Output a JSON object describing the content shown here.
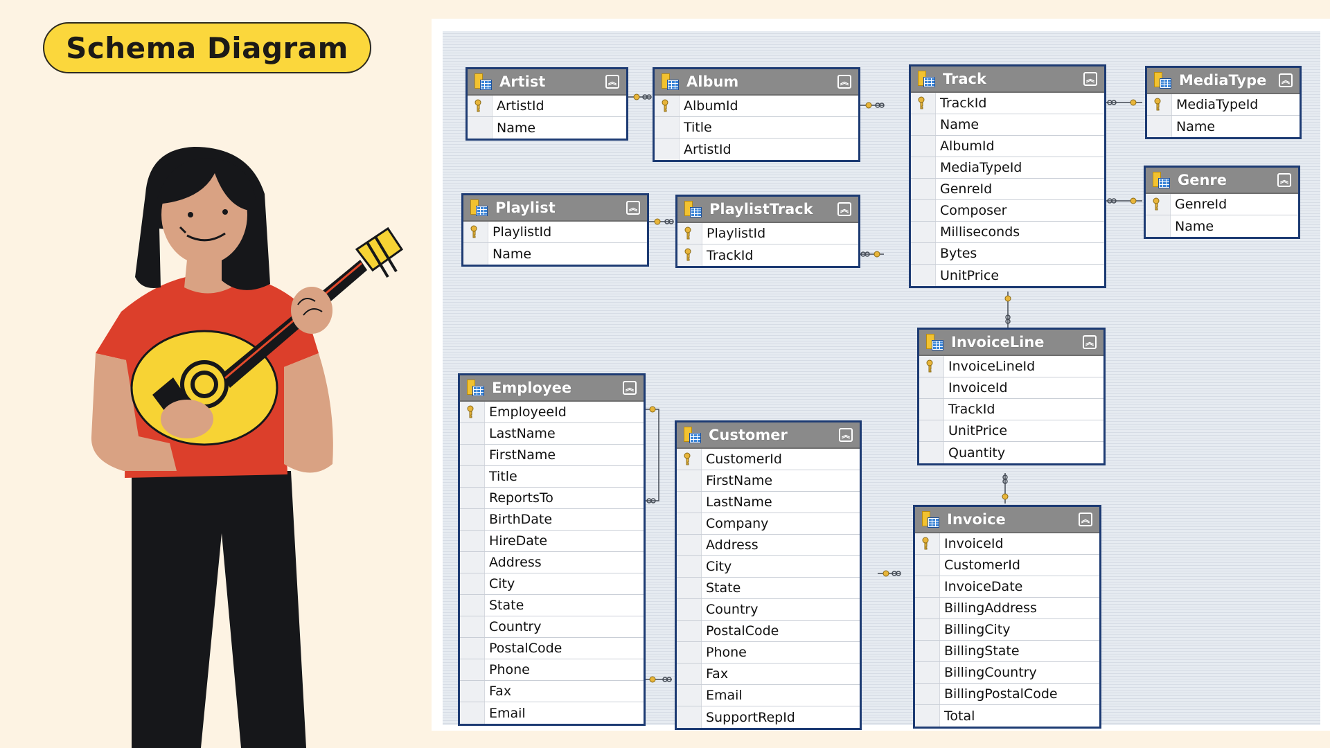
{
  "badge": {
    "title": "Schema Diagram"
  },
  "tables": {
    "artist": {
      "name": "Artist",
      "fields": [
        "ArtistId",
        "Name"
      ],
      "keys": [
        0
      ]
    },
    "album": {
      "name": "Album",
      "fields": [
        "AlbumId",
        "Title",
        "ArtistId"
      ],
      "keys": [
        0
      ]
    },
    "track": {
      "name": "Track",
      "fields": [
        "TrackId",
        "Name",
        "AlbumId",
        "MediaTypeId",
        "GenreId",
        "Composer",
        "Milliseconds",
        "Bytes",
        "UnitPrice"
      ],
      "keys": [
        0
      ]
    },
    "mediatype": {
      "name": "MediaType",
      "fields": [
        "MediaTypeId",
        "Name"
      ],
      "keys": [
        0
      ]
    },
    "genre": {
      "name": "Genre",
      "fields": [
        "GenreId",
        "Name"
      ],
      "keys": [
        0
      ]
    },
    "playlist": {
      "name": "Playlist",
      "fields": [
        "PlaylistId",
        "Name"
      ],
      "keys": [
        0
      ]
    },
    "playlisttrack": {
      "name": "PlaylistTrack",
      "fields": [
        "PlaylistId",
        "TrackId"
      ],
      "keys": [
        0,
        1
      ]
    },
    "invoiceline": {
      "name": "InvoiceLine",
      "fields": [
        "InvoiceLineId",
        "InvoiceId",
        "TrackId",
        "UnitPrice",
        "Quantity"
      ],
      "keys": [
        0
      ]
    },
    "employee": {
      "name": "Employee",
      "fields": [
        "EmployeeId",
        "LastName",
        "FirstName",
        "Title",
        "ReportsTo",
        "BirthDate",
        "HireDate",
        "Address",
        "City",
        "State",
        "Country",
        "PostalCode",
        "Phone",
        "Fax",
        "Email"
      ],
      "keys": [
        0
      ]
    },
    "customer": {
      "name": "Customer",
      "fields": [
        "CustomerId",
        "FirstName",
        "LastName",
        "Company",
        "Address",
        "City",
        "State",
        "Country",
        "PostalCode",
        "Phone",
        "Fax",
        "Email",
        "SupportRepId"
      ],
      "keys": [
        0
      ]
    },
    "invoice": {
      "name": "Invoice",
      "fields": [
        "InvoiceId",
        "CustomerId",
        "InvoiceDate",
        "BillingAddress",
        "BillingCity",
        "BillingState",
        "BillingCountry",
        "BillingPostalCode",
        "Total"
      ],
      "keys": [
        0
      ]
    }
  },
  "relationships": [
    {
      "from": "Artist",
      "to": "Album"
    },
    {
      "from": "Album",
      "to": "Track"
    },
    {
      "from": "MediaType",
      "to": "Track"
    },
    {
      "from": "Genre",
      "to": "Track"
    },
    {
      "from": "Playlist",
      "to": "PlaylistTrack"
    },
    {
      "from": "Track",
      "to": "PlaylistTrack"
    },
    {
      "from": "Track",
      "to": "InvoiceLine"
    },
    {
      "from": "Invoice",
      "to": "InvoiceLine"
    },
    {
      "from": "Customer",
      "to": "Invoice"
    },
    {
      "from": "Employee",
      "to": "Customer"
    },
    {
      "from": "Employee",
      "to": "Employee"
    }
  ],
  "colors": {
    "background": "#fdf3e3",
    "badge": "#fbd73c",
    "table_border": "#1d3b73",
    "table_header": "#8a8a8a",
    "key": "#e8b53a"
  }
}
